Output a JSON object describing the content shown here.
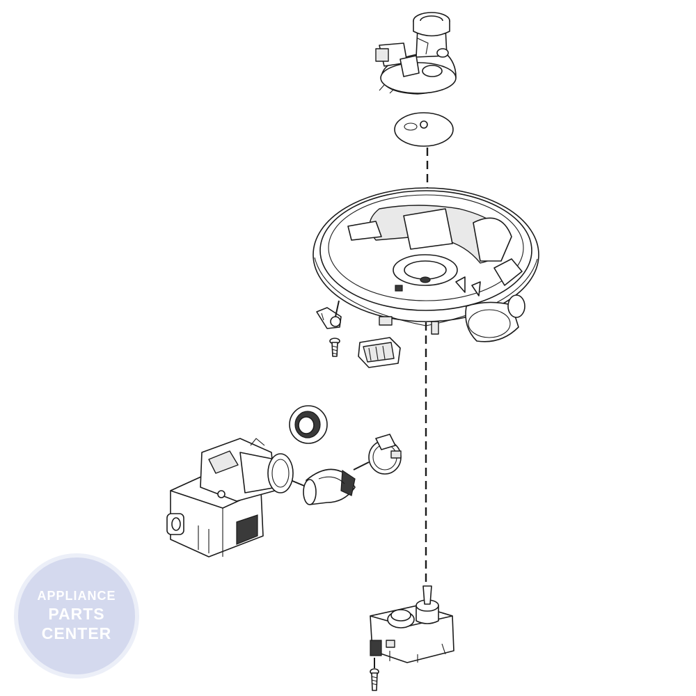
{
  "watermark": {
    "line1": "APPLIANCE",
    "line2": "PARTS",
    "line3": "CENTER"
  },
  "colors": {
    "line": "#1a1a1a",
    "watermark_fill": "#d4d9ee",
    "background": "#ffffff"
  }
}
